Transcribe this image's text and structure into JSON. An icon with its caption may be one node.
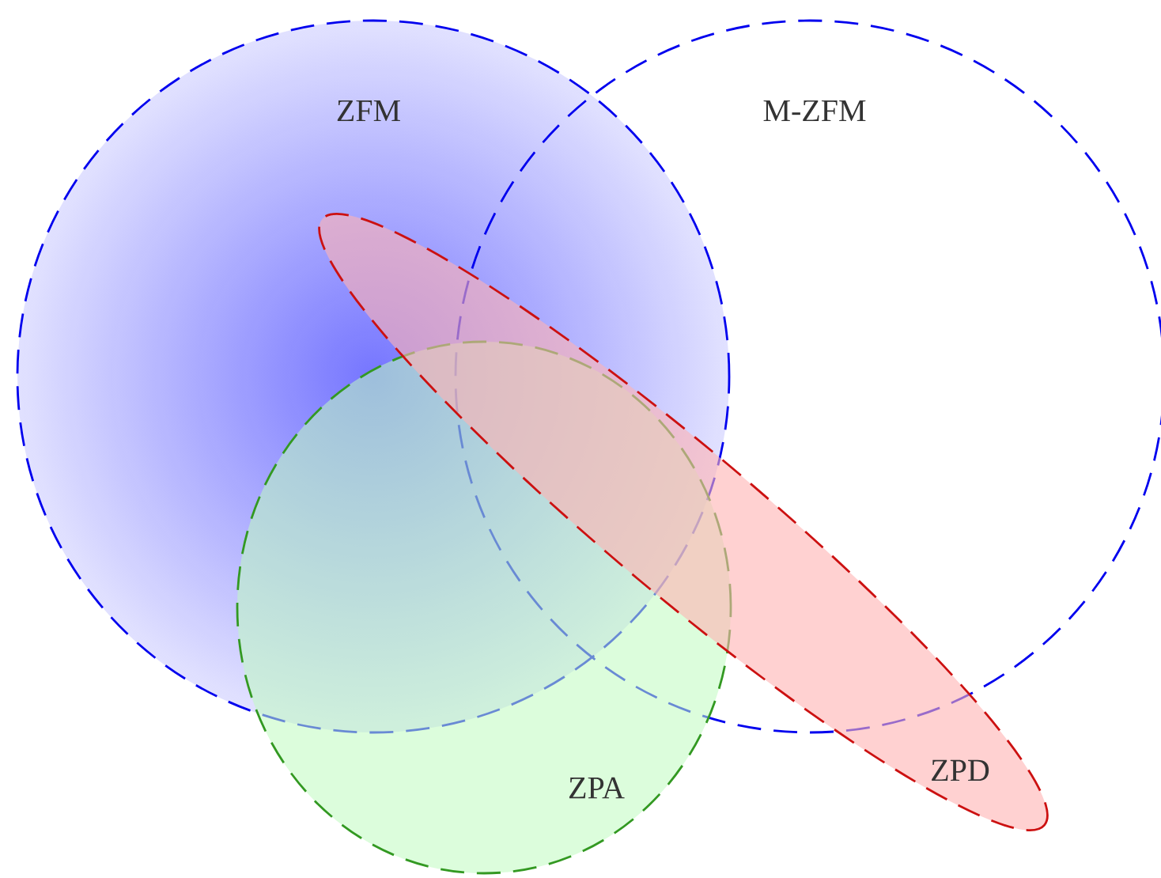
{
  "diagram": {
    "nodes": [
      {
        "text": [
          "ZFM"
        ]
      },
      {
        "text": [
          "M-ZFM"
        ]
      },
      {
        "text": [
          "ZPA"
        ]
      },
      {
        "text": [
          "ZPD"
        ]
      }
    ]
  }
}
